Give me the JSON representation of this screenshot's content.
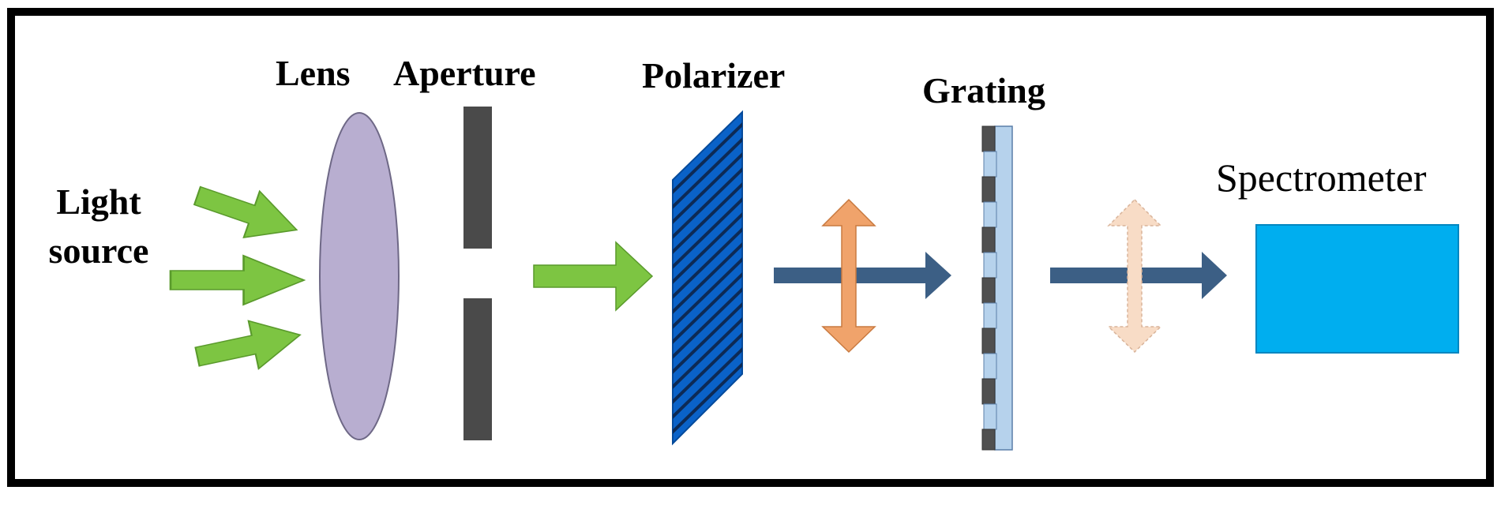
{
  "labels": {
    "light_source_line1": "Light",
    "light_source_line2": "source",
    "lens": "Lens",
    "aperture": "Aperture",
    "polarizer": "Polarizer",
    "grating": "Grating",
    "spectrometer": "Spectrometer"
  },
  "colors": {
    "frame": "#000000",
    "light_arrow": "#7dc542",
    "lens_fill": "#b8aed0",
    "aperture": "#4a4a4a",
    "polarizer_fill": "#0a62c8",
    "polarizer_lines": "#0d2a55",
    "beam_arrow": "#3c5f85",
    "polarization_arrow_1": "#f0a36b",
    "polarization_arrow_2": "#f8dcc6",
    "grating_fill": "#b6d2ec",
    "grating_teeth": "#505050",
    "spectrometer_fill": "#00aeef"
  },
  "icons": [
    "lens-icon",
    "aperture-icon",
    "polarizer-icon",
    "grating-icon",
    "spectrometer-icon"
  ]
}
